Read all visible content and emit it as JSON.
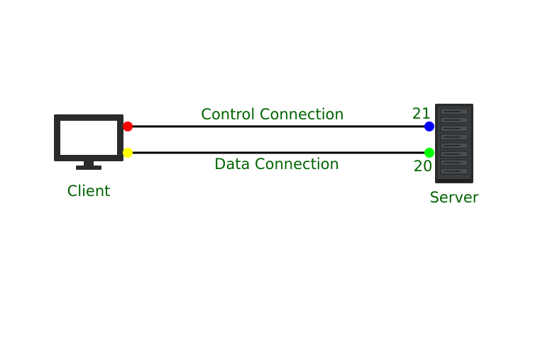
{
  "colors": {
    "label_text": "#006400",
    "wire": "#000000",
    "device": "#2b2b2b",
    "client_control_port": "#ff0000",
    "client_data_port": "#ffff00",
    "server_control_port": "#0000ff",
    "server_data_port": "#00ff00"
  },
  "client": {
    "label": "Client",
    "icon": "monitor-icon"
  },
  "server": {
    "label": "Server",
    "icon": "server-tower-icon"
  },
  "connections": {
    "control": {
      "label": "Control Connection",
      "server_port": "21"
    },
    "data": {
      "label": "Data Connection",
      "server_port": "20"
    }
  }
}
